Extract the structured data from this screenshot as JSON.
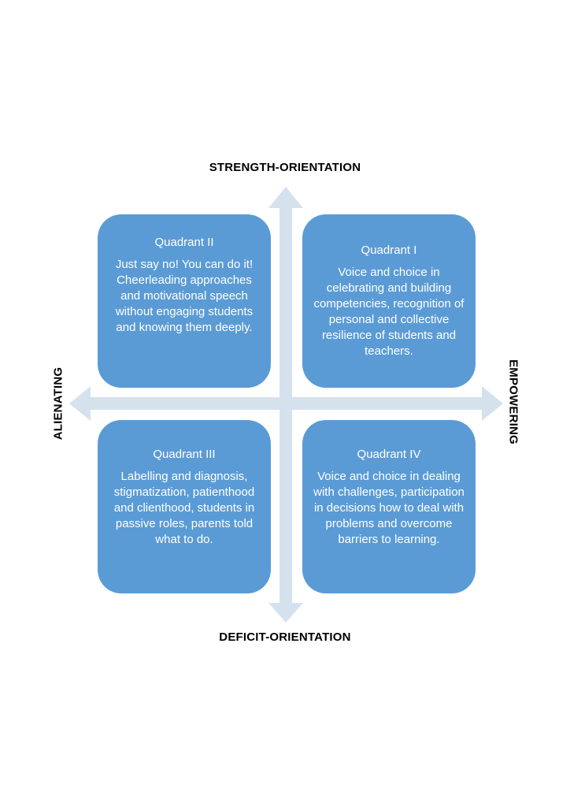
{
  "colors": {
    "quadrant_fill": "#5b9bd5",
    "arrow_fill": "#d6e1ee",
    "text_on_quadrant": "#ffffff",
    "axis_label": "#000000"
  },
  "axes": {
    "top": "STRENGTH-ORIENTATION",
    "bottom": "DEFICIT-ORIENTATION",
    "left": "ALIENATING",
    "right": "EMPOWERING"
  },
  "quadrants": {
    "q1": {
      "title": "Quadrant I",
      "text": "Voice and choice in celebrating and building competencies, recognition of personal and collective resilience of students and teachers."
    },
    "q2": {
      "title": "Quadrant II",
      "text": "Just say no! You can do it! Cheerleading approaches and motivational speech without engaging students and knowing them deeply."
    },
    "q3": {
      "title": "Quadrant III",
      "text": "Labelling and diagnosis, stigmatization, patienthood and clienthood, students in passive roles, parents told what to do."
    },
    "q4": {
      "title": "Quadrant IV",
      "text": "Voice and choice in dealing with challenges, participation in decisions how to deal with problems and overcome barriers to learning."
    }
  }
}
